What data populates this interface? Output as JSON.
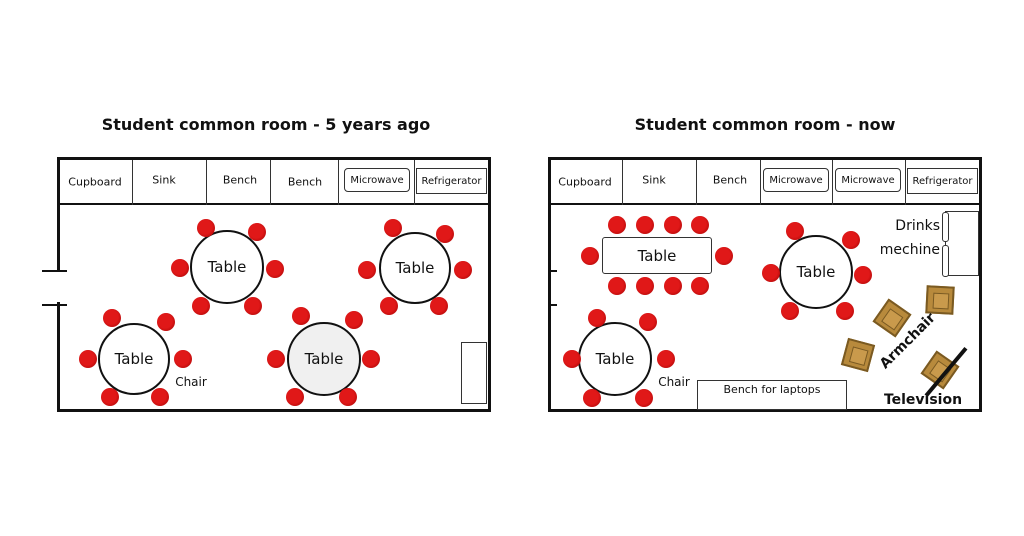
{
  "left": {
    "title": "Student common room - 5 years ago",
    "strip": [
      "Cupboard",
      "Sink",
      "Bench",
      "Bench",
      "Microwave",
      "Refrigerator"
    ],
    "tables": [
      "Table",
      "Table",
      "Table",
      "Table"
    ],
    "chair_label": "Chair"
  },
  "right": {
    "title": "Student common room - now",
    "strip": [
      "Cupboard",
      "Sink",
      "Bench",
      "Microwave",
      "Microwave",
      "Refrigerator"
    ],
    "tables": [
      "Table",
      "Table",
      "Table"
    ],
    "chair_label": "Chair",
    "bench_laptops": "Bench for laptops",
    "drinks": [
      "Drinks",
      "mechine"
    ],
    "armchair": "Armchair",
    "television": "Television"
  },
  "colors": {
    "chair": "#e01818",
    "armchair": "#b88a3c"
  }
}
